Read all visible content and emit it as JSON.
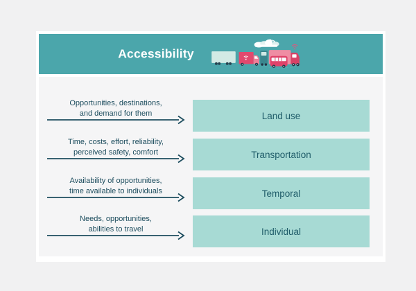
{
  "header": {
    "title": "Accessibility"
  },
  "colors": {
    "header_teal": "#4ba6ab",
    "category_box_fill": "#a7dad4",
    "category_box_text": "#1f5c69",
    "arrow_and_label_text": "#1d4d5e",
    "page_background": "#f1f1f2",
    "card_background": "#ffffff",
    "truck_pink": "#e2496e",
    "truck_pink_light": "#ef8da3",
    "truck_mint": "#d2eae5",
    "truck_teal": "#3a868e"
  },
  "rows": [
    {
      "label_line1": "Opportunities, destinations,",
      "label_line2": "and demand for them",
      "box_label": "Land use"
    },
    {
      "label_line1": "Time, costs, effort, reliability,",
      "label_line2": "perceived safety, comfort",
      "box_label": "Transportation"
    },
    {
      "label_line1": "Availability of opportunities,",
      "label_line2": "time available to individuals",
      "box_label": "Temporal"
    },
    {
      "label_line1": "Needs, opportunities,",
      "label_line2": "abilities to travel",
      "box_label": "Individual"
    }
  ]
}
